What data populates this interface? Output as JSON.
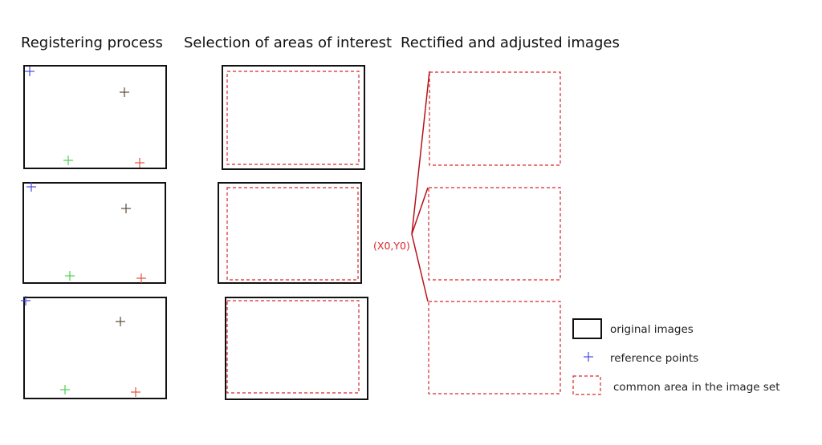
{
  "titles": {
    "registering": "Registering process",
    "selection": "Selection of areas of interest",
    "rectified": "Rectified and adjusted images"
  },
  "origin_label": "(X0,Y0)",
  "legend": {
    "original": "original images",
    "reference": "reference points",
    "common": "common area in the image set"
  },
  "colors": {
    "frame": "#111111",
    "dashed": "#d9262a",
    "connector": "#b5121b",
    "point_blue": "#4a4adf",
    "point_dark": "#5a4a3a",
    "point_green": "#4cd04c",
    "point_red": "#e8503c"
  }
}
